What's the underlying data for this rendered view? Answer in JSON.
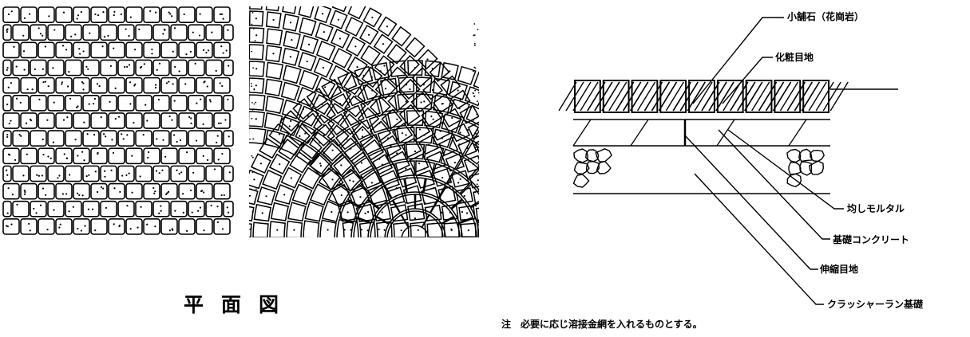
{
  "plan_view": {
    "title": "平面図"
  },
  "section_view": {
    "labels": {
      "paving_stone": "小舗石（花崗岩）",
      "decorative_joint": "化粧目地",
      "leveling_mortar": "均しモルタル",
      "concrete_base": "基礎コンクリート",
      "expansion_joint": "伸縮目地",
      "crusher_run_base": "クラッシャーラン基礎"
    }
  },
  "note": "注　必要に応じ溶接金網を入れるものとする。",
  "colors": {
    "ink": "#000000",
    "paper": "#ffffff"
  }
}
